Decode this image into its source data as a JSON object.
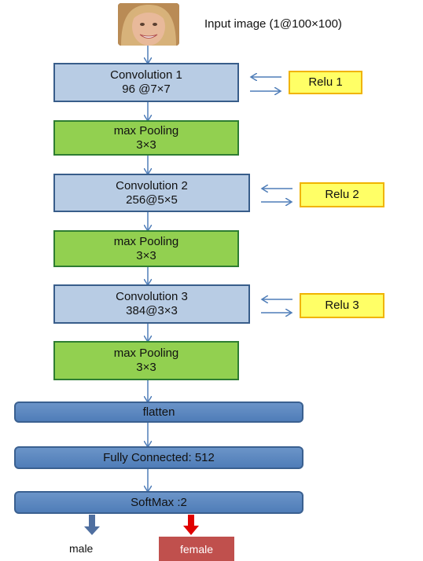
{
  "input": {
    "label": "Input image (1@100×100)"
  },
  "conv1": {
    "line1": "Convolution 1",
    "line2": "96 @7×7"
  },
  "pool1": {
    "line1": "max Pooling",
    "line2": "3×3"
  },
  "conv2": {
    "line1": "Convolution 2",
    "line2": "256@5×5"
  },
  "pool2": {
    "line1": "max Pooling",
    "line2": "3×3"
  },
  "conv3": {
    "line1": "Convolution 3",
    "line2": "384@3×3"
  },
  "pool3": {
    "line1": "max Pooling",
    "line2": "3×3"
  },
  "relu": [
    "Relu 1",
    "Relu 2",
    "Relu 3"
  ],
  "flatten": "flatten",
  "fc": "Fully Connected: 512",
  "softmax": "SoftMax :2",
  "outputs": {
    "male": "male",
    "female": "female"
  },
  "colors": {
    "conv_fill": "#b8cce4",
    "pool_fill": "#92d050",
    "relu_fill": "#ffff66",
    "bar_fill": "#4f7db8",
    "female_bg": "#c0504d",
    "male_arrow": "#4f6fa0",
    "female_arrow": "#e00000",
    "arrow": "#4f7db8"
  }
}
